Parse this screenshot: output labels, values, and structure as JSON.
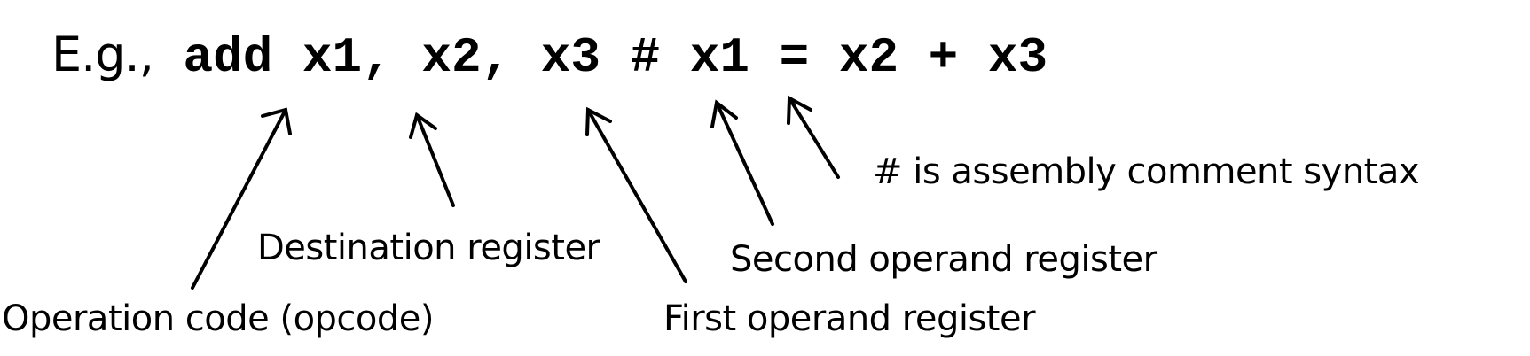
{
  "example": {
    "prefix": "E.g.,",
    "code": " add x1, x2, x3 # x1 = x2 + x3"
  },
  "annotations": {
    "comment_syntax": "# is assembly comment syntax",
    "destination_register": "Destination register",
    "second_operand_register": "Second operand register",
    "opcode": "Operation code (opcode)",
    "first_operand_register": "First operand register"
  }
}
